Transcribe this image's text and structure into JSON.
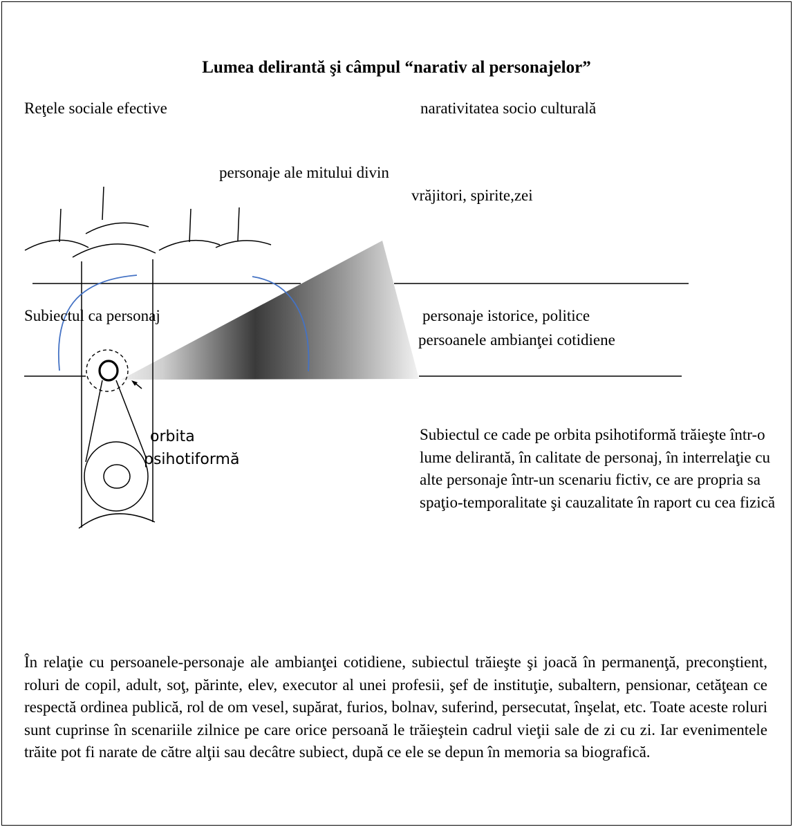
{
  "title": "Lumea delirantă şi câmpul “narativ al personajelor”",
  "labels": {
    "top_left": "Reţele sociale efective",
    "top_right": "narativitatea socio culturală",
    "myth_characters": "personaje ale mitului divin",
    "myth_examples": "vrăjitori, spirite,zei",
    "subject_character": "Subiectul ca personaj",
    "historical_line1": "personaje istorice, politice",
    "historical_line2": "persoanele ambianţei cotidiene",
    "orbit_line1": "orbita",
    "orbit_line2": "psihotiformă"
  },
  "description": "Subiectul ce cade pe orbita psihotiformă trăieşte într-o lume delirantă, în calitate de personaj, în interrelaţie cu alte personaje într-un scenariu fictiv, ce are propria sa spaţio-temporalitate şi cauzalitate în raport cu cea fizică",
  "paragraph": "În relaţie cu persoanele-personaje ale ambianţei cotidiene, subiectul trăieşte şi joacă în permanenţă, preconştient, roluri de copil, adult, soţ, părinte, elev, executor al unei profesii, şef de instituţie, subaltern, pensionar, cetăţean ce respectă ordinea publică, rol de om vesel, supărat, furios, bolnav, suferind, persecutat, înşelat, etc. Toate aceste roluri sunt cuprinse în scenariile zilnice pe care orice persoană le trăieştein cadrul vieţii sale de zi cu zi. Iar evenimentele trăite pot fi narate de către alţii sau decâtre subiect, după ce ele se depun în memoria sa biografică.",
  "colors": {
    "arc_blue": "#4472c4",
    "line": "#000000",
    "cone_dark": "#3a3a3a",
    "cone_light": "#f2f2f2"
  }
}
